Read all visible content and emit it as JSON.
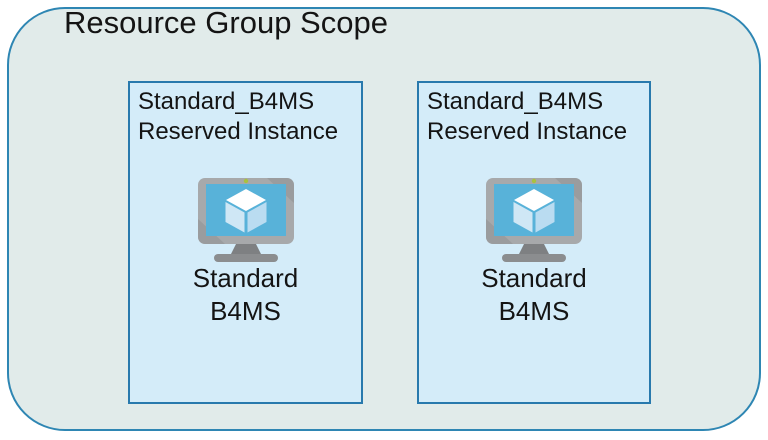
{
  "scope": {
    "title": "Resource Group Scope"
  },
  "boxes": [
    {
      "header_line1": "Standard_B4MS",
      "header_line2": "Reserved Instance",
      "vm_label_line1": "Standard",
      "vm_label_line2": "B4MS",
      "icon": "azure-vm-icon"
    },
    {
      "header_line1": "Standard_B4MS",
      "header_line2": "Reserved Instance",
      "vm_label_line1": "Standard",
      "vm_label_line2": "B4MS",
      "icon": "azure-vm-icon"
    }
  ],
  "colors": {
    "page_bg": "#ffffff",
    "outer_bg": "#e1ebea",
    "outer_border": "#2e86b3",
    "box_bg": "#d4ecf9",
    "box_border": "#2879ad",
    "text": "#141414",
    "screen_blue": "#58b2d9",
    "monitor_gray": "#a7a9ab",
    "monitor_shade": "#909294",
    "cube_top": "#ffffff",
    "cube_left": "#cfe7f5",
    "cube_right": "#badcf1",
    "stand_gray": "#7e8082",
    "base_gray": "#8b8d8f",
    "power_led": "#a9c23f"
  }
}
